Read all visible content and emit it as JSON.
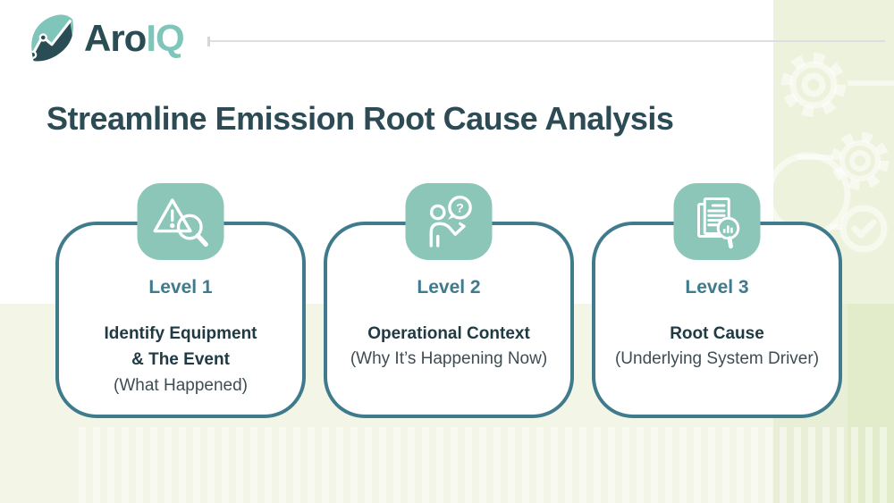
{
  "logo": {
    "brand_primary": "Aro",
    "brand_secondary": "IQ",
    "icon": "leaf-trend-chart-icon"
  },
  "title": "Streamline Emission Root Cause Analysis",
  "cards": [
    {
      "level": "Level 1",
      "heading": "Identify Equipment\n& The Event",
      "subtitle": "(What Happened)",
      "icon": "alert-triangle-magnifier-icon"
    },
    {
      "level": "Level 2",
      "heading": "Operational Context",
      "subtitle": "(Why It’s Happening Now)",
      "icon": "person-question-bubble-icon"
    },
    {
      "level": "Level 3",
      "heading": "Root Cause",
      "subtitle": "(Underlying System Driver)",
      "icon": "report-magnifier-chart-icon"
    }
  ],
  "icons": {
    "question_mark": "?"
  },
  "background_decor": [
    "gear-icon",
    "gear-icon",
    "circle-outline",
    "check-circle-icon"
  ],
  "colors": {
    "accent_teal_dark": "#3f7b8c",
    "accent_mint": "#8cc6b9",
    "title_text": "#2c4b55",
    "body_text": "#3e4d54",
    "band_right": "#edf2dc",
    "band_bottom": "#f3f6e7",
    "logo_dark": "#2a4d55",
    "logo_mint": "#7fc5ba"
  }
}
